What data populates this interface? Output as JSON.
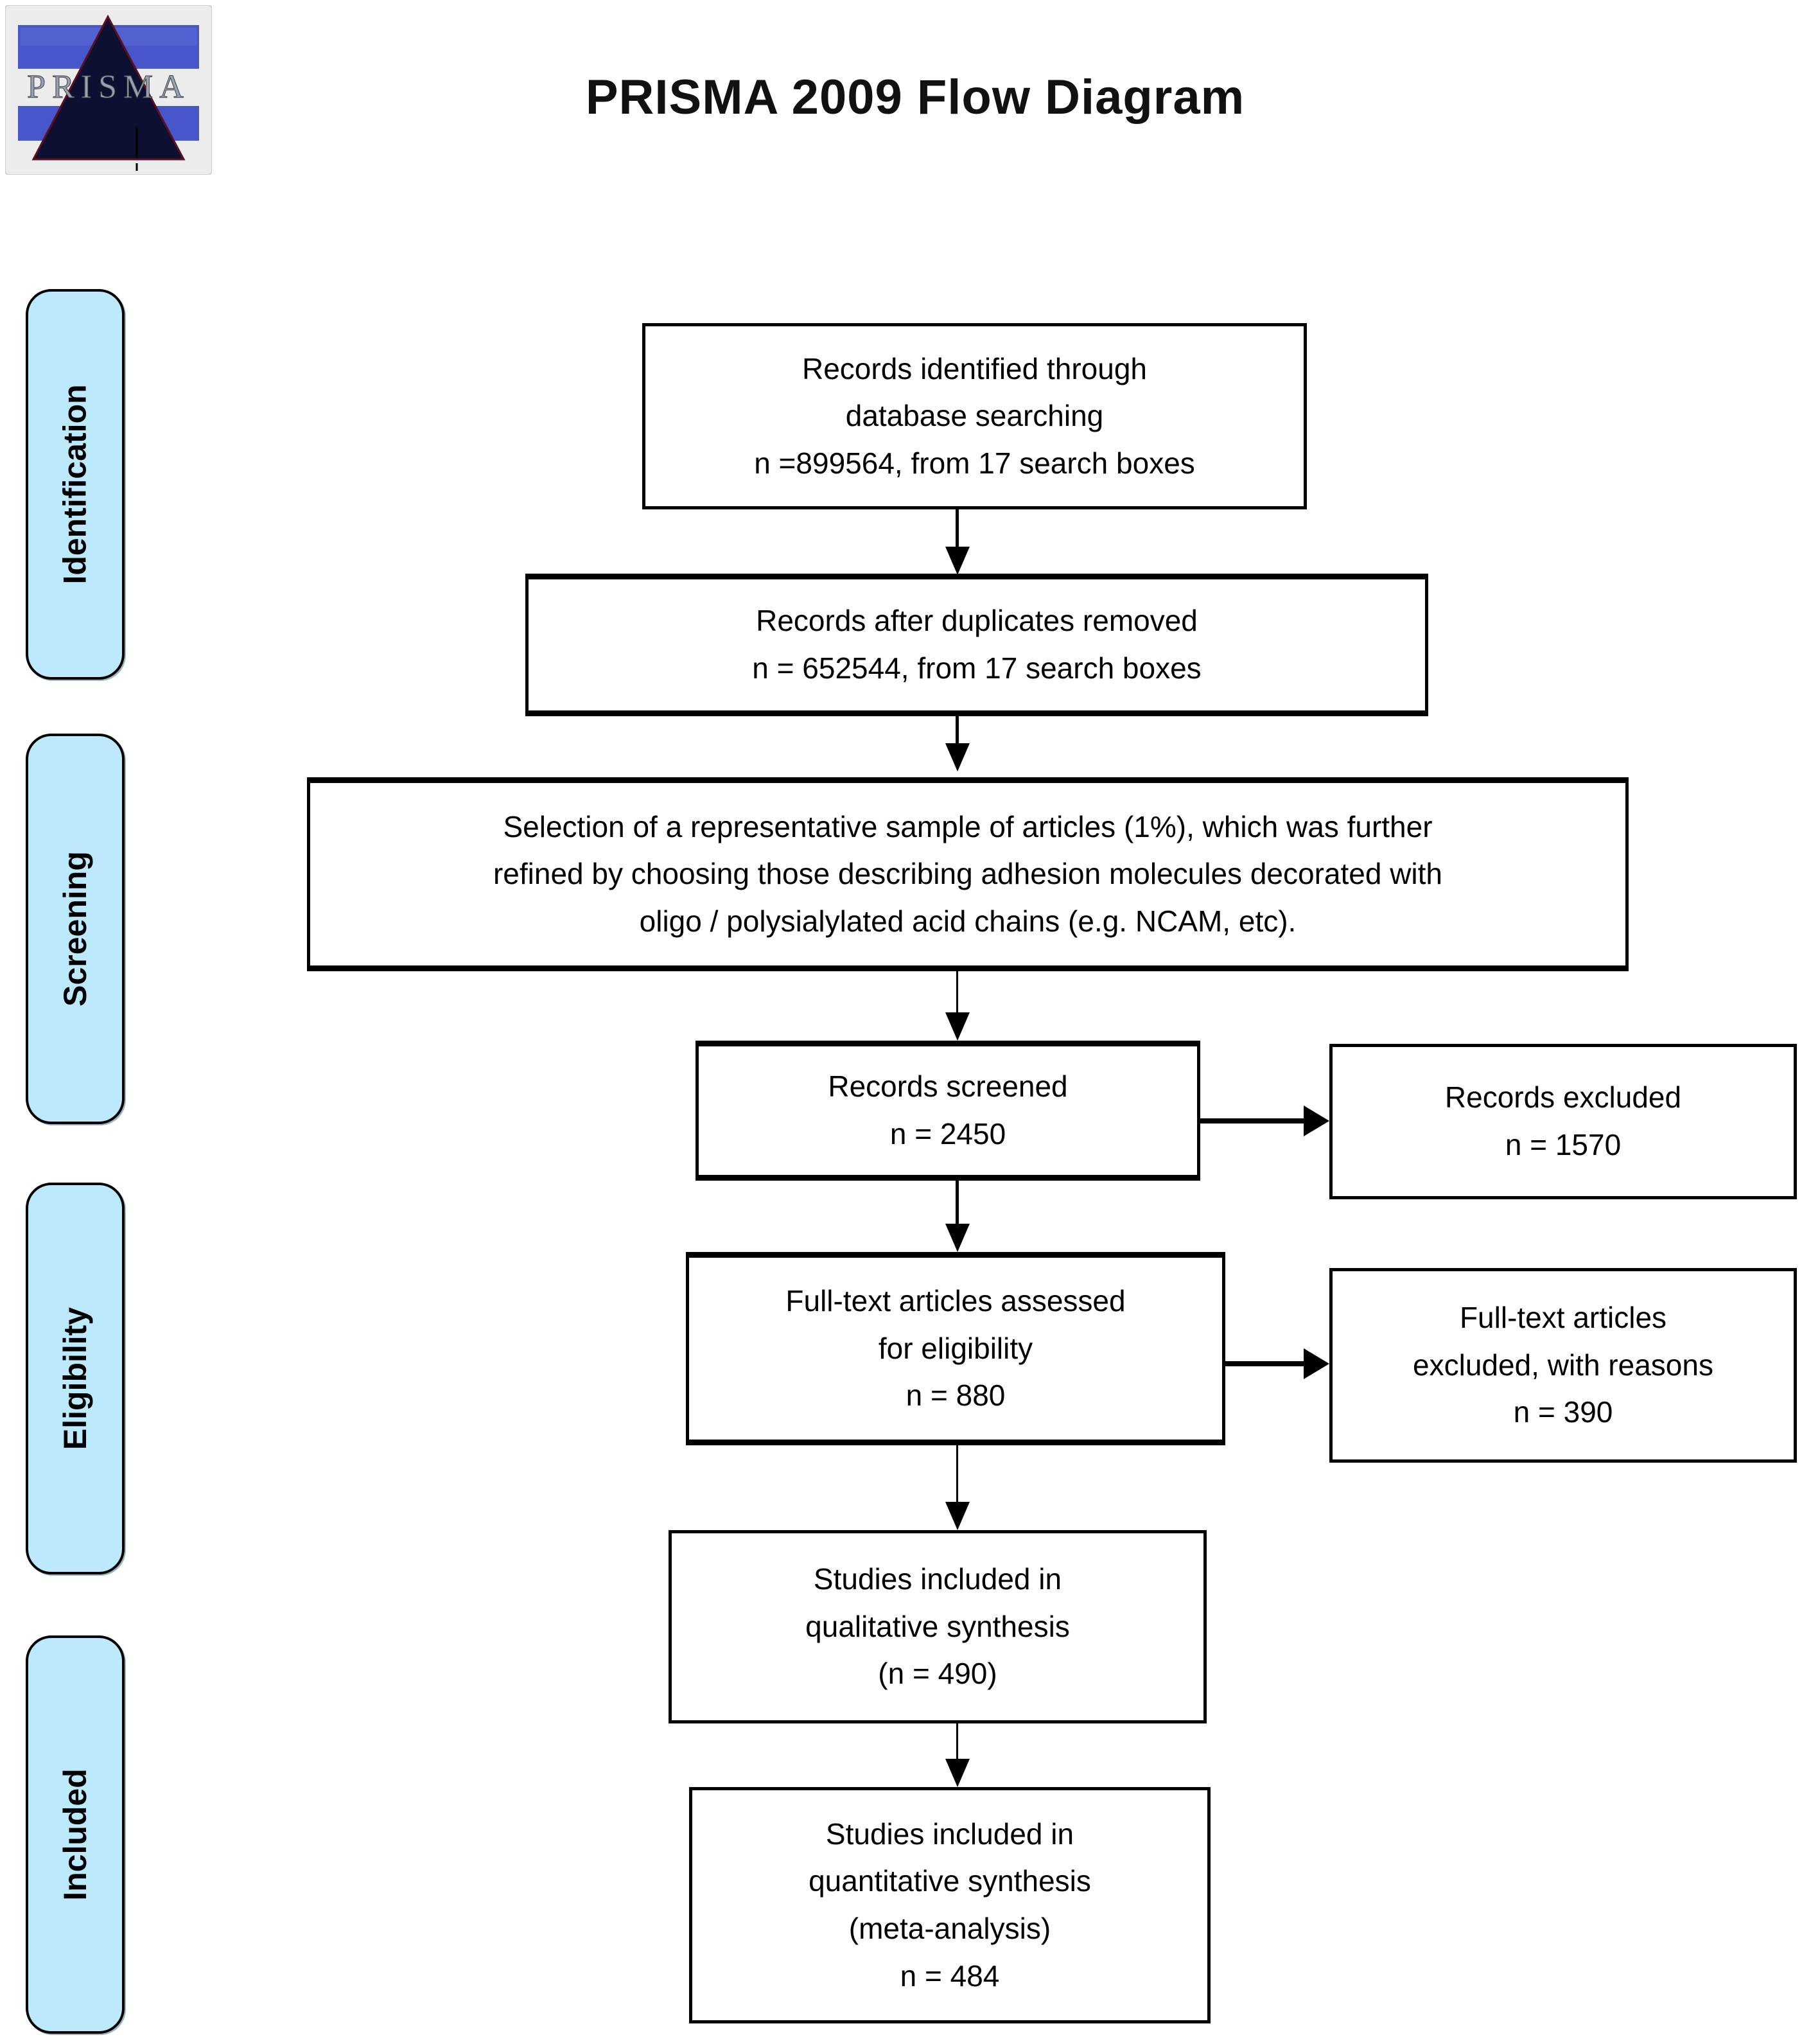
{
  "header": {
    "title": "PRISMA 2009 Flow Diagram",
    "logo_text": "PRISMA"
  },
  "sidebar": {
    "stages": [
      {
        "label": "Identification"
      },
      {
        "label": "Screening"
      },
      {
        "label": "Eligibility"
      },
      {
        "label": "Included"
      }
    ]
  },
  "flow": {
    "records_identified": {
      "lines": [
        "Records identified through",
        "database searching",
        "n =899564, from 17 search boxes"
      ]
    },
    "duplicates_removed": {
      "lines": [
        "Records after duplicates removed",
        "n = 652544, from 17 search boxes"
      ]
    },
    "selection_note": {
      "lines": [
        "Selection of a representative sample of articles (1%), which was further",
        "refined by choosing those describing adhesion molecules decorated with",
        "oligo / polysialylated acid chains (e.g. NCAM, etc)."
      ]
    },
    "records_screened": {
      "lines": [
        "Records screened",
        "n = 2450"
      ]
    },
    "records_excluded": {
      "lines": [
        "Records excluded",
        "n = 1570"
      ]
    },
    "fulltext_assessed": {
      "lines": [
        "Full-text articles assessed",
        "for eligibility",
        "n = 880"
      ]
    },
    "fulltext_excluded": {
      "lines": [
        "Full-text articles",
        "excluded, with reasons",
        "n = 390"
      ]
    },
    "qualitative_synthesis": {
      "lines": [
        "Studies included in",
        "qualitative synthesis",
        "(n = 490)"
      ]
    },
    "quantitative_synthesis": {
      "lines": [
        "Studies included in",
        "quantitative synthesis",
        "(meta-analysis)",
        "n = 484"
      ]
    }
  },
  "colors": {
    "stage_fill": "#bde9fc",
    "box_border": "#000000",
    "logo_blue": "#4756c8",
    "logo_triangle": "#0d1030"
  }
}
